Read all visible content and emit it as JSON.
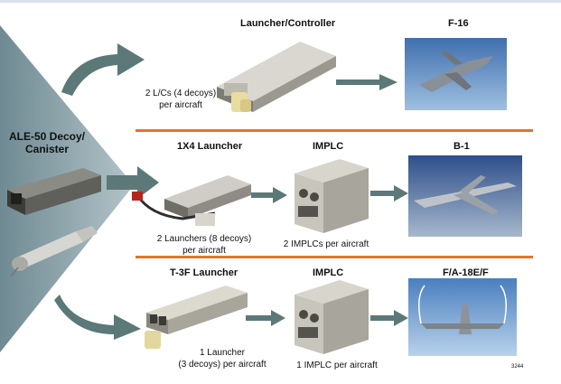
{
  "left": {
    "title_line1": "ALE-50 Decoy/",
    "title_line2": "Canister"
  },
  "row1": {
    "device_label": "Launcher/Controller",
    "aircraft_label": "F-16",
    "note_line1": "2 L/Cs (4 decoys)",
    "note_line2": "per aircraft"
  },
  "row2": {
    "device_label": "1X4 Launcher",
    "implc_label": "IMPLC",
    "aircraft_label": "B-1",
    "launcher_note_line1": "2 Launchers (8 decoys)",
    "launcher_note_line2": "per aircraft",
    "implc_note": "2 IMPLCs per aircraft"
  },
  "row3": {
    "device_label": "T-3F Launcher",
    "implc_label": "IMPLC",
    "aircraft_label": "F/A-18E/F",
    "launcher_note_line1": "1 Launcher",
    "launcher_note_line2": "(3 decoys) per aircraft",
    "implc_note": "1 IMPLC per aircraft"
  },
  "figure_number": "3244",
  "colors": {
    "divider": "#e4742c",
    "arrow": "#5c7878",
    "wedge": "#8fa6ad"
  }
}
